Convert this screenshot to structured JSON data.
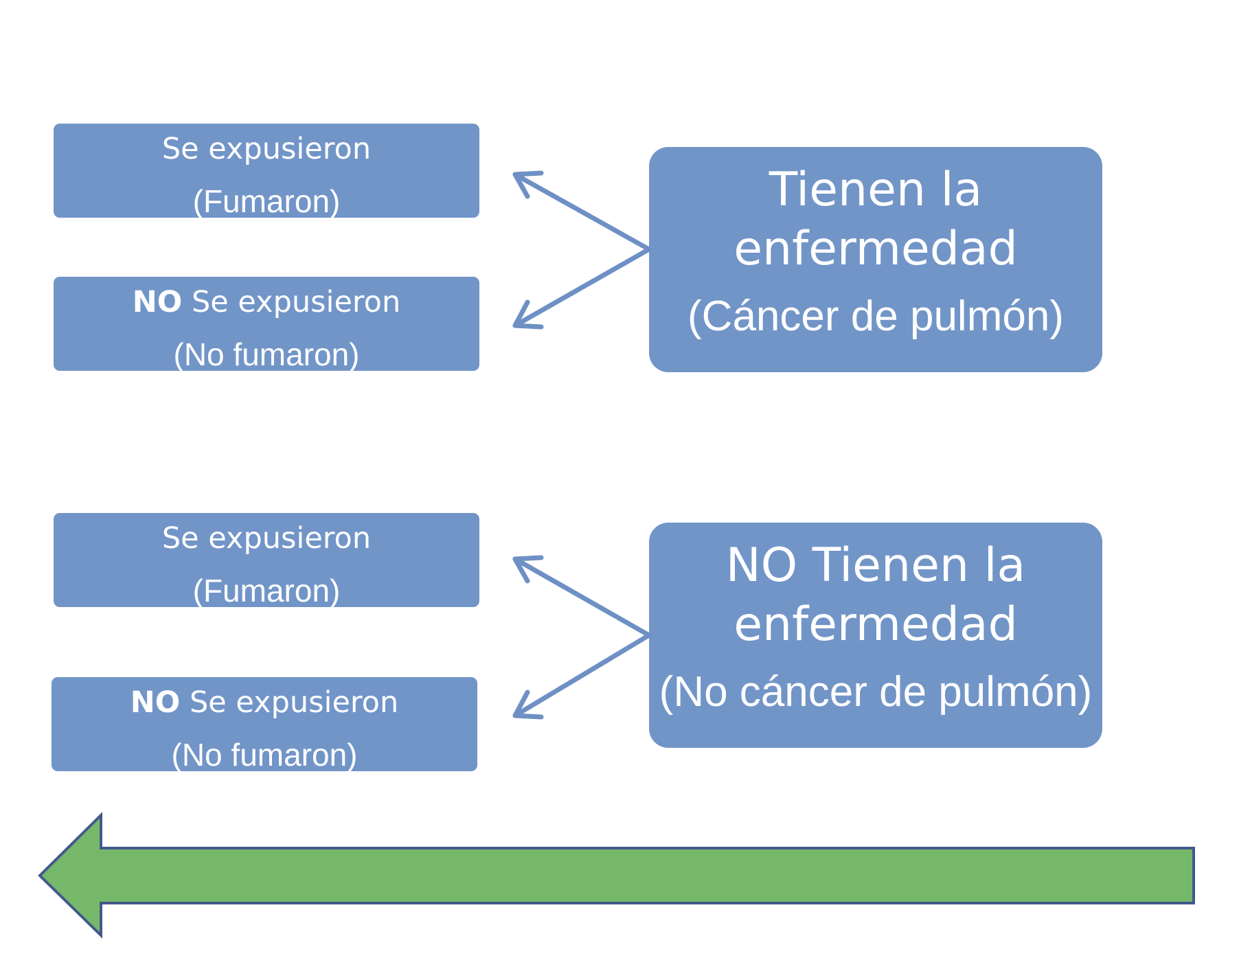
{
  "diagram": {
    "cases_group": {
      "disease_box": {
        "line1": "Tienen la",
        "line2": "enfermedad",
        "line3": "(Cáncer de pulmón)"
      },
      "exposed_box": {
        "line1": "Se expusieron",
        "line2": "(Fumaron)"
      },
      "not_exposed_box": {
        "prefix": "NO",
        "line1": "Se expusieron",
        "line2": "(No fumaron)"
      }
    },
    "controls_group": {
      "disease_box": {
        "line1": "NO Tienen la",
        "line2": "enfermedad",
        "line3": "(No cáncer de pulmón)"
      },
      "exposed_box": {
        "line1": "Se expusieron",
        "line2": "(Fumaron)"
      },
      "not_exposed_box": {
        "prefix": "NO",
        "line1": "Se expusieron",
        "line2": "(No fumaron)"
      }
    },
    "colors": {
      "box_fill": "#7295c8",
      "box_text": "#ffffff",
      "arrow": "#6e90c4",
      "timeline_fill": "#76b869",
      "timeline_stroke": "#43598c"
    },
    "timeline_arrow_direction": "left"
  }
}
